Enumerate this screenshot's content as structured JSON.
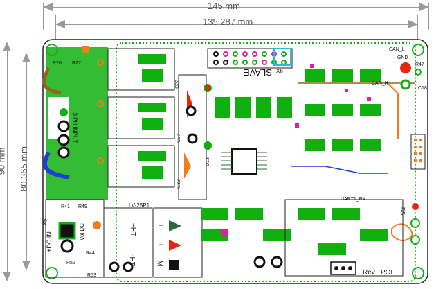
{
  "dimensions": {
    "width_outer": "145  mm",
    "width_inner": "135.287  mm",
    "height_outer": "90  mm",
    "height_inner": "80.365  mm"
  },
  "board": {
    "silk": {
      "slave": "SLAVE",
      "x5": "X5",
      "lv25p1": "LV-25P1",
      "hv_plus": "+HT",
      "hv_minus": "-HT",
      "plus_sign": "+",
      "minus_sign": "−",
      "m_label": "M",
      "dc_in": "+DC IN",
      "vol_dc": "Vol DC",
      "r41": "R41",
      "r49": "R49",
      "r52": "R52",
      "r53": "R53",
      "r44": "R44",
      "x6": "X6",
      "can_l": "CAN_L",
      "can_h": "CAN_H",
      "gnd": "GND",
      "rev": "Rev",
      "pol": "POL",
      "uart_rx": "UART1_RX",
      "r26": "R26",
      "r27": "R27",
      "ph_in": "3 PH INPUT",
      "mosi": "DS",
      "c18": "C18",
      "r47": "R47",
      "u13": "U13",
      "c22": "C22",
      "c27": "C27",
      "c32": "C32"
    },
    "colors": {
      "board_green": "#11b011",
      "trace_dark": "#2a6a3a",
      "pad_red": "#e8230e",
      "pad_pink": "#e01ea0",
      "pad_orange": "#f47a1a",
      "blue_trace": "#1f3fd0",
      "silk_black": "#111111"
    }
  }
}
